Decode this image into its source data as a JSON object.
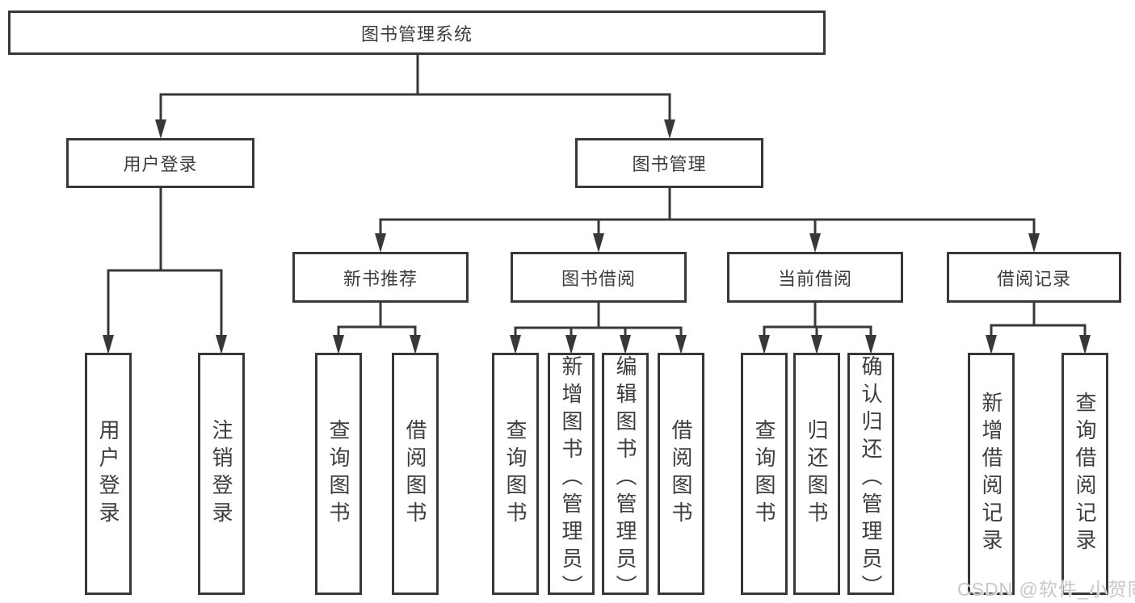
{
  "diagram_title": "图书管理系统",
  "nodes": {
    "root": "图书管理系统",
    "level2": {
      "user_login": "用户登录",
      "book_management": "图书管理"
    },
    "level3": {
      "new_book_recommend": "新书推荐",
      "book_borrow": "图书借阅",
      "current_borrow": "当前借阅",
      "borrow_records": "借阅记录"
    },
    "leaves": {
      "user": [
        "用户登录",
        "注销登录"
      ],
      "recommend": [
        "查询图书",
        "借阅图书"
      ],
      "borrow": [
        "查询图书",
        "新增图书（管理员）",
        "编辑图书（管理员）",
        "借阅图书"
      ],
      "current": [
        "查询图书",
        "归还图书",
        "确认归还（管理员）"
      ],
      "records": [
        "新增借阅记录",
        "查询借阅记录"
      ]
    }
  },
  "watermark": "CSDN @软件_小贺同学",
  "colors": {
    "line": "#383838",
    "box_border": "#383838",
    "text": "#3d3d3d",
    "watermark": "#c7c7c7",
    "background": "#ffffff"
  }
}
